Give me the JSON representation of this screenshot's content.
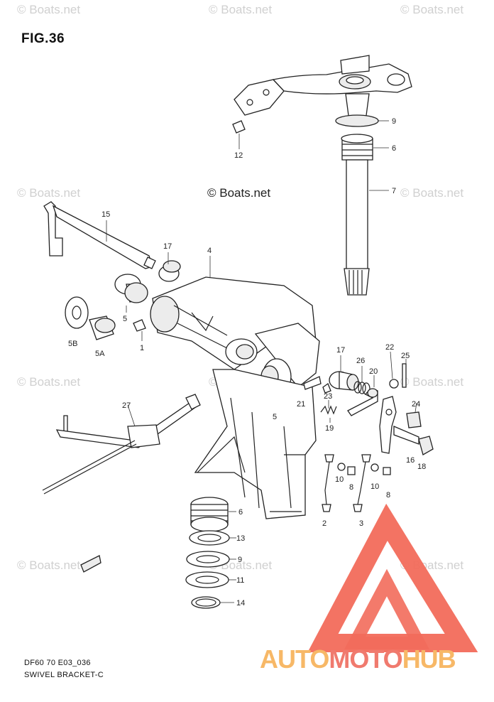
{
  "figure": {
    "title": "FIG.36",
    "code": "DF60 70 E03_036",
    "name": "SWIVEL BRACKET-C"
  },
  "watermark": {
    "text": "© Boats.net"
  },
  "brand": {
    "part1": "AUTO",
    "part2": "MOTO",
    "part3": "HUB",
    "colors": {
      "triangle": "#f26b5b",
      "text_light": "#f7b867",
      "text_red": "#f07a6e"
    }
  },
  "callouts": [
    {
      "id": "c9a",
      "label": "9"
    },
    {
      "id": "c6a",
      "label": "6"
    },
    {
      "id": "c7",
      "label": "7"
    },
    {
      "id": "c12",
      "label": "12"
    },
    {
      "id": "c15",
      "label": "15"
    },
    {
      "id": "c17a",
      "label": "17"
    },
    {
      "id": "c4",
      "label": "4"
    },
    {
      "id": "c5a",
      "label": "5"
    },
    {
      "id": "c5B",
      "label": "5B"
    },
    {
      "id": "c5A",
      "label": "5A"
    },
    {
      "id": "c1",
      "label": "1"
    },
    {
      "id": "c17b",
      "label": "17"
    },
    {
      "id": "c26",
      "label": "26"
    },
    {
      "id": "c22",
      "label": "22"
    },
    {
      "id": "c25",
      "label": "25"
    },
    {
      "id": "c20",
      "label": "20"
    },
    {
      "id": "c23",
      "label": "23"
    },
    {
      "id": "c21",
      "label": "21"
    },
    {
      "id": "c5b",
      "label": "5"
    },
    {
      "id": "c19",
      "label": "19"
    },
    {
      "id": "c24",
      "label": "24"
    },
    {
      "id": "c16",
      "label": "16"
    },
    {
      "id": "c18",
      "label": "18"
    },
    {
      "id": "c27",
      "label": "27"
    },
    {
      "id": "c10a",
      "label": "10"
    },
    {
      "id": "c8a",
      "label": "8"
    },
    {
      "id": "c10b",
      "label": "10"
    },
    {
      "id": "c8b",
      "label": "8"
    },
    {
      "id": "c2",
      "label": "2"
    },
    {
      "id": "c3",
      "label": "3"
    },
    {
      "id": "c6b",
      "label": "6"
    },
    {
      "id": "c13",
      "label": "13"
    },
    {
      "id": "c9b",
      "label": "9"
    },
    {
      "id": "c11",
      "label": "11"
    },
    {
      "id": "c14",
      "label": "14"
    }
  ]
}
